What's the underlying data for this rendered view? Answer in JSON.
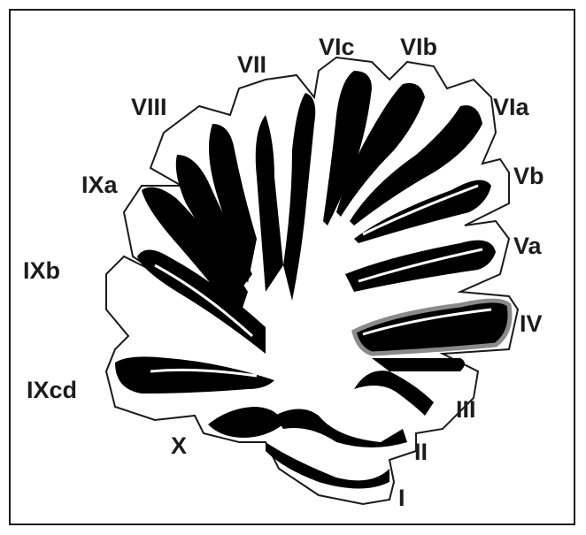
{
  "labels": {
    "I": "I",
    "II": "II",
    "III": "III",
    "IV": "IV",
    "Va": "Va",
    "Vb": "Vb",
    "VIa": "VIa",
    "VIb": "VIb",
    "VIc": "VIc",
    "VII": "VII",
    "VIII": "VIII",
    "IXa": "IXa",
    "IXb": "IXb",
    "IXcd": "IXcd",
    "X": "X"
  },
  "colors": {
    "outline": "#1a1a1a",
    "white_matter": "#000000",
    "cortex": "#ffffff",
    "lobule_IV_highlight": "#8a8a8a"
  }
}
